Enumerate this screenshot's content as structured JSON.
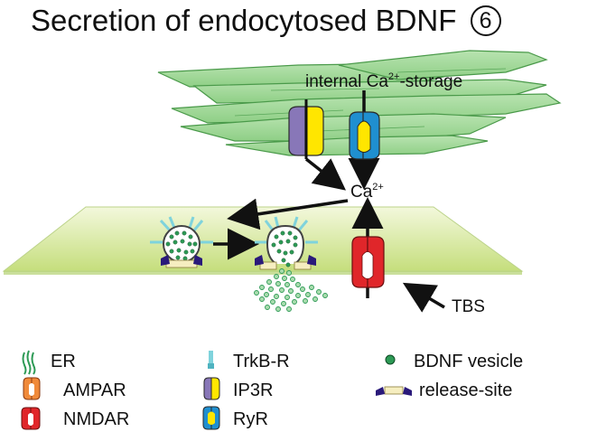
{
  "title": "Secretion of endocytosed BDNF",
  "step_number": "6",
  "labels": {
    "internal_storage": "internal Ca",
    "internal_storage_sup": "2+",
    "internal_storage_suffix": "-storage",
    "calcium": "Ca",
    "calcium_sup": "2+",
    "stimulus": "TBS"
  },
  "legend": [
    {
      "key": "er",
      "label": "ER",
      "icon": "er-icon"
    },
    {
      "key": "ampar",
      "label": "AMPAR",
      "icon": "ampar-icon"
    },
    {
      "key": "nmdar",
      "label": "NMDAR",
      "icon": "nmdar-icon"
    },
    {
      "key": "trkb",
      "label": "TrkB-R",
      "icon": "trkb-receptor-icon"
    },
    {
      "key": "ip3r",
      "label": "IP3R",
      "icon": "ip3r-icon"
    },
    {
      "key": "ryr",
      "label": "RyR",
      "icon": "ryr-icon"
    },
    {
      "key": "bdnf",
      "label": "BDNF vesicle",
      "icon": "bdnf-vesicle-icon"
    },
    {
      "key": "release",
      "label": "release-site",
      "icon": "release-site-icon"
    }
  ],
  "colors": {
    "er_fill": "#a8dba0",
    "er_stroke": "#4a9a4a",
    "membrane": "#dcecaa",
    "nmdar": "#e0262a",
    "ampar": "#f08a3a",
    "ip3r": "#8877b8",
    "ryr": "#1f8fd0",
    "channel_pore": "#ffe600",
    "trkb": "#7fd3dc",
    "bdnf": "#2d9a55",
    "release_site": "#2a1a7a",
    "release_pad": "#f6eec0"
  }
}
